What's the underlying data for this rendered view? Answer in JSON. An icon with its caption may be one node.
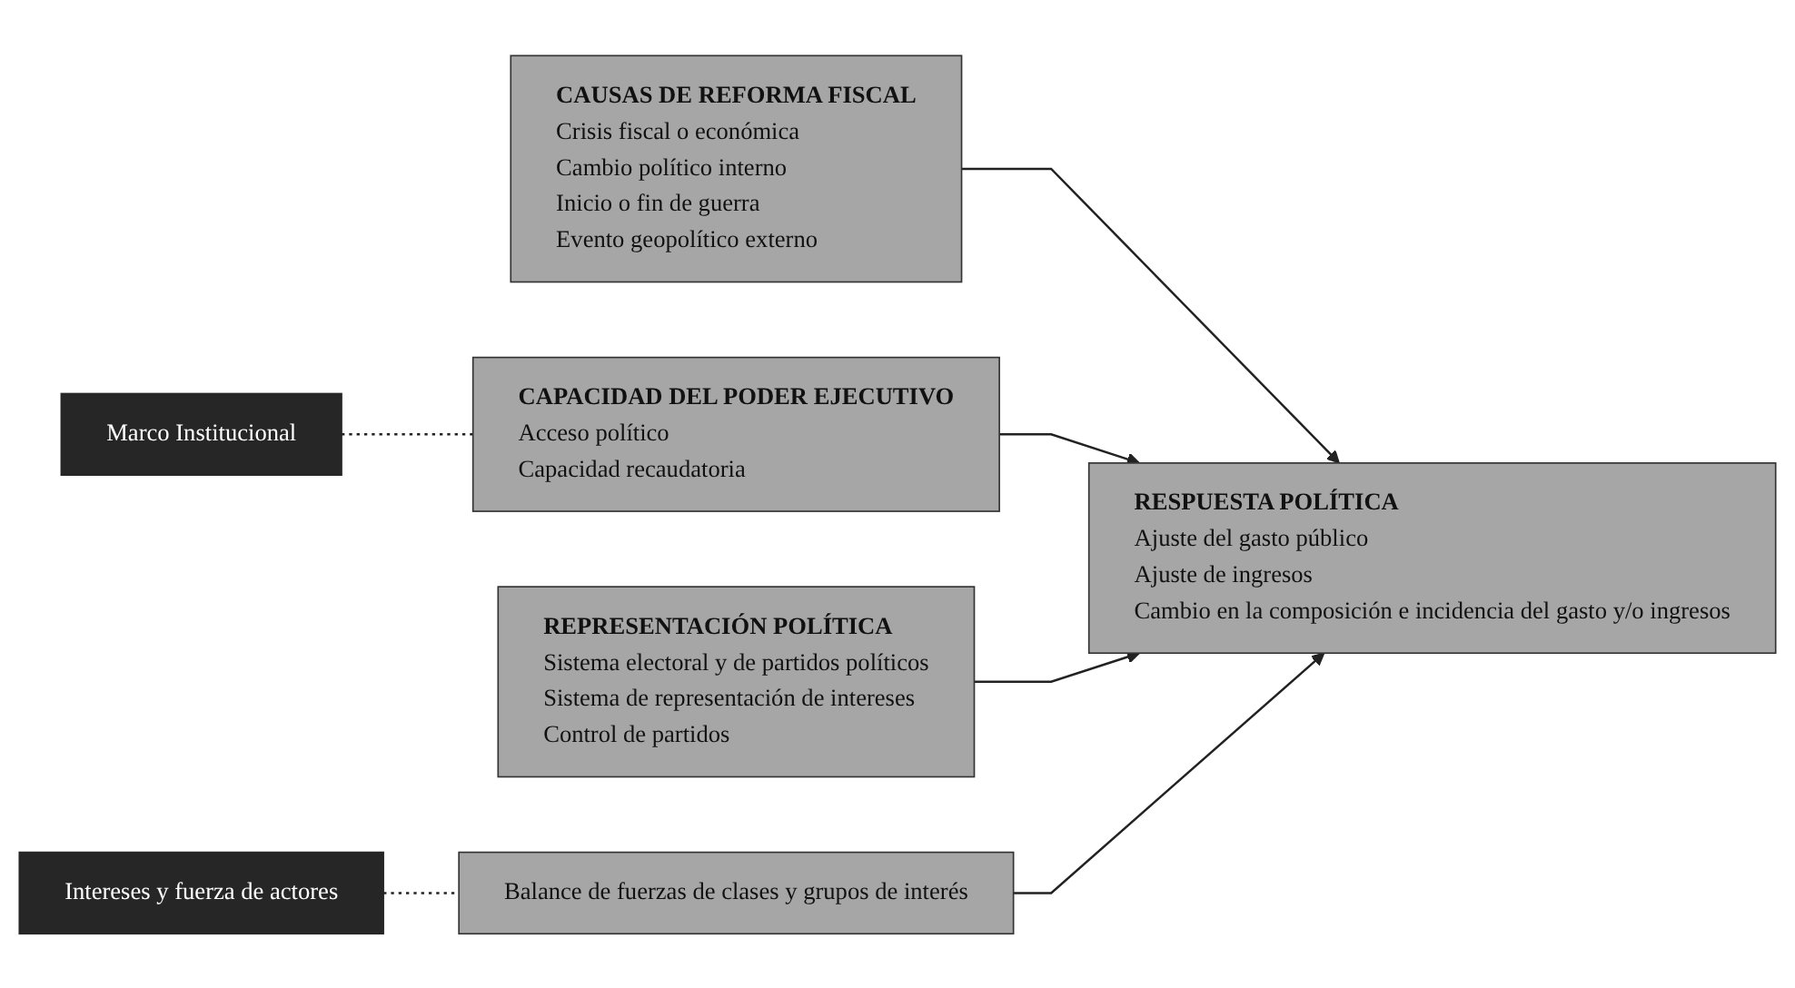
{
  "diagram": {
    "nodes": [
      {
        "text": [
          "CAUSAS DE REFORMA FISCAL",
          "Crisis fiscal o económica",
          "Cambio político interno",
          "Inicio o fin de guerra",
          "Evento geopolítico externo"
        ]
      },
      {
        "text": [
          "RESPUESTA POLÍTICA",
          "Ajuste del gasto público",
          "Ajuste de ingresos",
          "Cambio en la composición e incidencia del gasto y/o ingresos"
        ]
      },
      {
        "text": [
          "Marco Institucional"
        ]
      },
      {
        "text": [
          "CAPACIDAD DEL PODER EJECUTIVO",
          "Acceso político",
          "Capacidad recaudatoria"
        ]
      },
      {
        "text": [
          "REPRESENTACIÓN POLÍTICA",
          "Sistema electoral y de partidos políticos",
          "Sistema de representación de intereses",
          "Control de partidos"
        ]
      },
      {
        "text": [
          "Intereses y fuerza de actores"
        ]
      },
      {
        "text": [
          "Balance de fuerzas de clases y grupos de interés"
        ]
      }
    ],
    "edges": [
      {
        "from": 0,
        "to": 1,
        "arrow": "to"
      },
      {
        "from": 3,
        "to": 1,
        "arrow": "to"
      },
      {
        "from": 4,
        "to": 1,
        "arrow": "to"
      },
      {
        "from": 6,
        "to": 1,
        "arrow": "to"
      },
      {
        "from": 2,
        "to": 3,
        "arrow": "none",
        "style": "dashed"
      },
      {
        "from": 5,
        "to": 6,
        "arrow": "none",
        "style": "dashed"
      }
    ]
  }
}
